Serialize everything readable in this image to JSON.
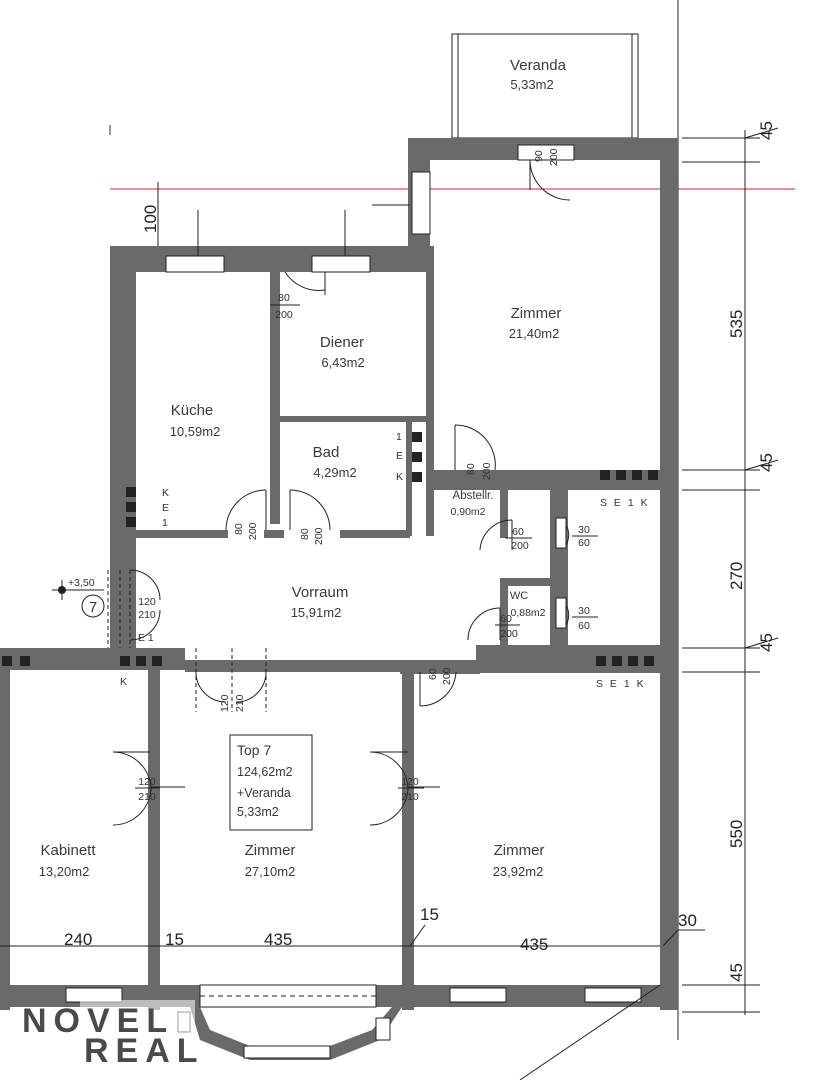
{
  "rooms": {
    "veranda": {
      "name": "Veranda",
      "area": "5,33m2"
    },
    "zimmer_top": {
      "name": "Zimmer",
      "area": "21,40m2"
    },
    "diener": {
      "name": "Diener",
      "area": "6,43m2"
    },
    "kueche": {
      "name": "Küche",
      "area": "10,59m2"
    },
    "bad": {
      "name": "Bad",
      "area": "4,29m2"
    },
    "abstellr": {
      "name": "Abstellr.",
      "area": "0,90m2"
    },
    "wc": {
      "name": "WC",
      "area": "0,88m2"
    },
    "vorraum": {
      "name": "Vorraum",
      "area": "15,91m2"
    },
    "kabinett": {
      "name": "Kabinett",
      "area": "13,20m2"
    },
    "zimmer_mid": {
      "name": "Zimmer",
      "area": "27,10m2"
    },
    "zimmer_right": {
      "name": "Zimmer",
      "area": "23,92m2"
    }
  },
  "summary": {
    "unit": "Top 7",
    "area": "124,62m2",
    "extra": "+Veranda",
    "extra_area": "5,33m2"
  },
  "doors": {
    "veranda_w": "90",
    "veranda_h": "200",
    "diener_w": "80",
    "diener_h": "200",
    "kueche_w": "80",
    "kueche_h": "200",
    "bad_w": "80",
    "bad_h": "200",
    "zimmer_w": "80",
    "zimmer_h": "200",
    "abst_w": "60",
    "abst_h": "200",
    "wc_w": "60",
    "wc_h": "200",
    "entry_w": "120",
    "entry_h": "210",
    "zmid_w": "120",
    "zmid_h": "210",
    "kab_w": "120",
    "kab_h": "210",
    "zright_w": "120",
    "zright_h": "210",
    "zright_top_w": "60",
    "zright_top_h": "200",
    "shaft1_w": "30",
    "shaft1_h": "60",
    "shaft2_w": "30",
    "shaft2_h": "60"
  },
  "dims_right": [
    "45",
    "535",
    "45",
    "270",
    "45",
    "550",
    "45"
  ],
  "dims_other": {
    "top_offset": "100",
    "d240": "240",
    "d15a": "15",
    "d435a": "435",
    "d15b": "15",
    "d435b": "435",
    "d30": "30"
  },
  "shaft_labels": {
    "kueche": [
      "K",
      "E",
      "1"
    ],
    "bad": [
      "1",
      "E",
      "K"
    ],
    "right_top": "S E 1 K",
    "right_bottom": "S E 1 K",
    "entry": "E 1",
    "kab_k": "K"
  },
  "marker": {
    "number": "7",
    "level": "+3,50"
  },
  "logo": {
    "line1": "NOVEL",
    "line2": "REAL"
  }
}
